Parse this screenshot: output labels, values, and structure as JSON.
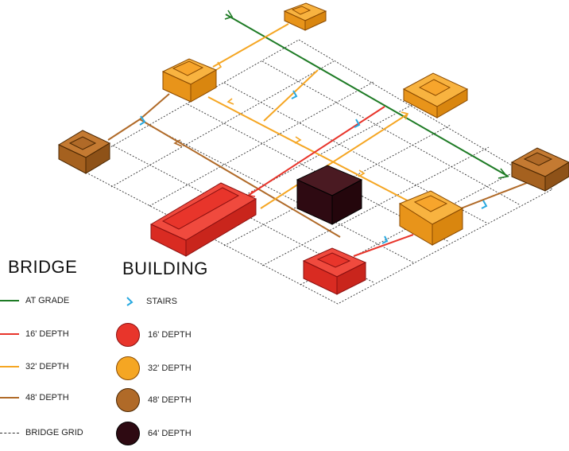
{
  "legend": {
    "bridge_heading": "BRIDGE",
    "building_heading": "BUILDING",
    "bridge_items": [
      {
        "label": "AT GRADE",
        "color": "#1e7b25",
        "style": "solid"
      },
      {
        "label": "16' DEPTH",
        "color": "#e8352b",
        "style": "solid"
      },
      {
        "label": "32' DEPTH",
        "color": "#f5a623",
        "style": "solid"
      },
      {
        "label": "48' DEPTH",
        "color": "#b06a28",
        "style": "solid"
      },
      {
        "label": "BRIDGE GRID",
        "color": "#333333",
        "style": "dashed"
      }
    ],
    "stairs": {
      "label": "STAIRS",
      "color": "#29a9e0",
      "icon": "chevron-icon"
    },
    "building_items": [
      {
        "label": "16' DEPTH",
        "color": "#e8352b"
      },
      {
        "label": "32' DEPTH",
        "color": "#f5a623"
      },
      {
        "label": "48' DEPTH",
        "color": "#b06a28"
      },
      {
        "label": "64' DEPTH",
        "color": "#2e0a12"
      }
    ]
  }
}
